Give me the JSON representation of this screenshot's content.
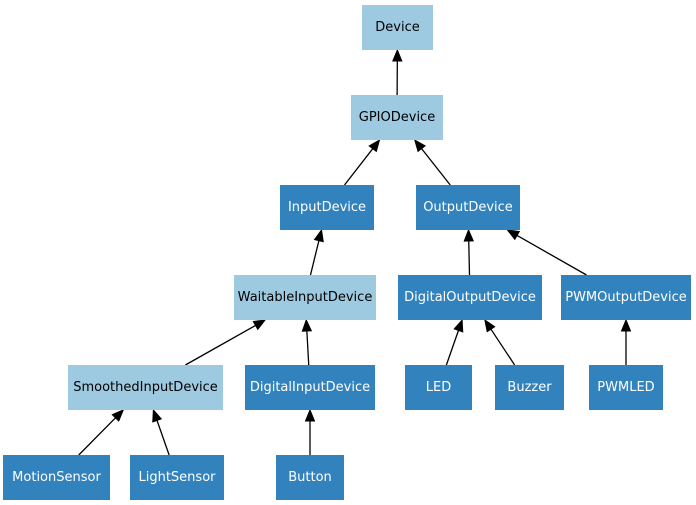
{
  "nodes": {
    "device": {
      "label": "Device",
      "style": "light"
    },
    "gpio_device": {
      "label": "GPIODevice",
      "style": "light"
    },
    "input_device": {
      "label": "InputDevice",
      "style": "dark"
    },
    "output_device": {
      "label": "OutputDevice",
      "style": "dark"
    },
    "waitable_input_device": {
      "label": "WaitableInputDevice",
      "style": "light"
    },
    "digital_output_device": {
      "label": "DigitalOutputDevice",
      "style": "dark"
    },
    "pwm_output_device": {
      "label": "PWMOutputDevice",
      "style": "dark"
    },
    "smoothed_input_device": {
      "label": "SmoothedInputDevice",
      "style": "light"
    },
    "digital_input_device": {
      "label": "DigitalInputDevice",
      "style": "dark"
    },
    "led": {
      "label": "LED",
      "style": "dark"
    },
    "buzzer": {
      "label": "Buzzer",
      "style": "dark"
    },
    "pwmled": {
      "label": "PWMLED",
      "style": "dark"
    },
    "motion_sensor": {
      "label": "MotionSensor",
      "style": "dark"
    },
    "light_sensor": {
      "label": "LightSensor",
      "style": "dark"
    },
    "button": {
      "label": "Button",
      "style": "dark"
    }
  },
  "edges": [
    {
      "from": "gpio_device",
      "to": "device"
    },
    {
      "from": "input_device",
      "to": "gpio_device"
    },
    {
      "from": "output_device",
      "to": "gpio_device"
    },
    {
      "from": "waitable_input_device",
      "to": "input_device"
    },
    {
      "from": "digital_output_device",
      "to": "output_device"
    },
    {
      "from": "pwm_output_device",
      "to": "output_device"
    },
    {
      "from": "smoothed_input_device",
      "to": "waitable_input_device"
    },
    {
      "from": "digital_input_device",
      "to": "waitable_input_device"
    },
    {
      "from": "led",
      "to": "digital_output_device"
    },
    {
      "from": "buzzer",
      "to": "digital_output_device"
    },
    {
      "from": "pwmled",
      "to": "pwm_output_device"
    },
    {
      "from": "motion_sensor",
      "to": "smoothed_input_device"
    },
    {
      "from": "light_sensor",
      "to": "smoothed_input_device"
    },
    {
      "from": "button",
      "to": "digital_input_device"
    }
  ],
  "colors": {
    "base_class_fill": "#9ecae1",
    "concrete_class_fill": "#3182bd",
    "base_class_text": "#000000",
    "concrete_class_text": "#ffffff",
    "edge": "#000000"
  }
}
